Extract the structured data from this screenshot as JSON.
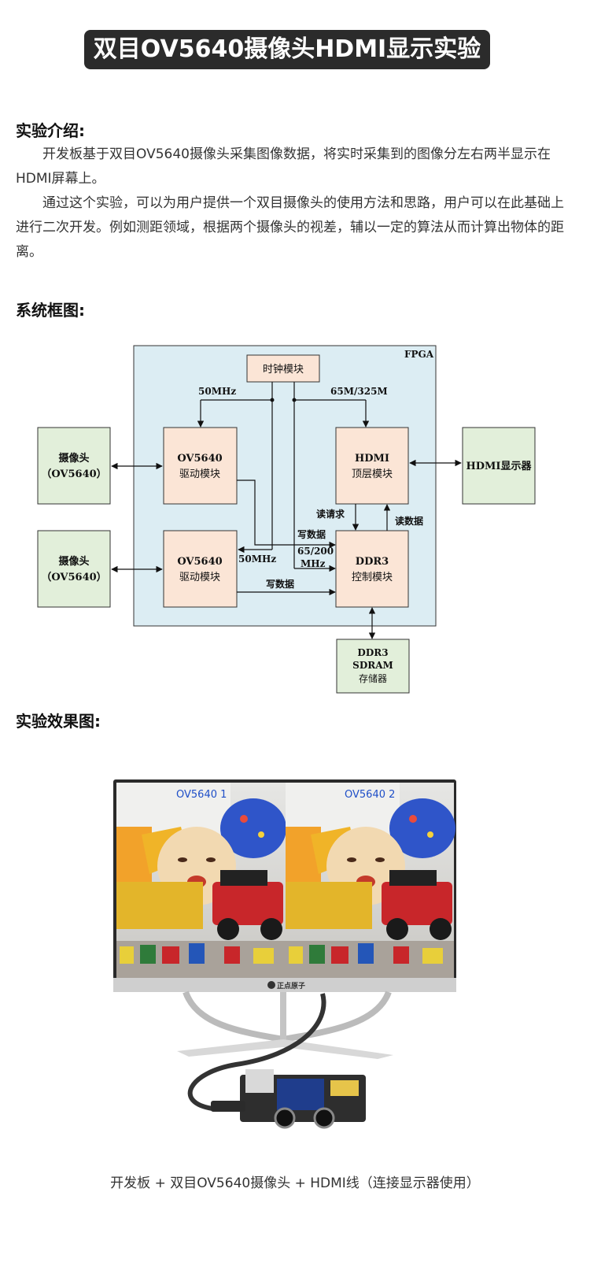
{
  "title": "双目OV5640摄像头HDMI显示实验",
  "intro": {
    "heading": "实验介绍:",
    "paragraph1": "开发板基于双目OV5640摄像头采集图像数据，将实时采集到的图像分左右两半显示在HDMI屏幕上。",
    "paragraph2": "通过这个实验，可以为用户提供一个双目摄像头的使用方法和思路，用户可以在此基础上进行二次开发。例如测距领域，根据两个摄像头的视差，辅以一定的算法从而计算出物体的距离。"
  },
  "diagram": {
    "heading": "系统框图:",
    "fpga_label": "FPGA",
    "clock_module": "时钟模块",
    "freq_left": "50MHz",
    "freq_right": "65M/325M",
    "camera1": [
      "摄像头",
      "（OV5640）"
    ],
    "camera2": [
      "摄像头",
      "（OV5640）"
    ],
    "driver1": [
      "OV5640",
      "驱动模块"
    ],
    "driver2": [
      "OV5640",
      "驱动模块"
    ],
    "hdmi_top": [
      "HDMI",
      "顶层模块"
    ],
    "hdmi_display": "HDMI显示器",
    "ddr3_ctrl": [
      "DDR3",
      "控制模块"
    ],
    "ddr3_sdram": [
      "DDR3",
      "SDRAM",
      "存储器"
    ],
    "read_request": "读请求",
    "read_data": "读数据",
    "write_data_top": "写数据",
    "write_data_bottom": "写数据",
    "freq_50_mid": "50MHz",
    "freq_65_200": [
      "65/200",
      "MHz"
    ]
  },
  "result": {
    "heading": "实验效果图:",
    "screen_label_left": "OV5640 1",
    "screen_label_right": "OV5640 2",
    "monitor_brand": "正点原子",
    "caption": "开发板 + 双目OV5640摄像头 + HDMI线（连接显示器使用）"
  },
  "colors": {
    "fpga_bg": "#dcedf3",
    "module_bg": "#fbe5d6",
    "external_bg": "#e2efda",
    "screen_label": "#1f4fc8"
  }
}
